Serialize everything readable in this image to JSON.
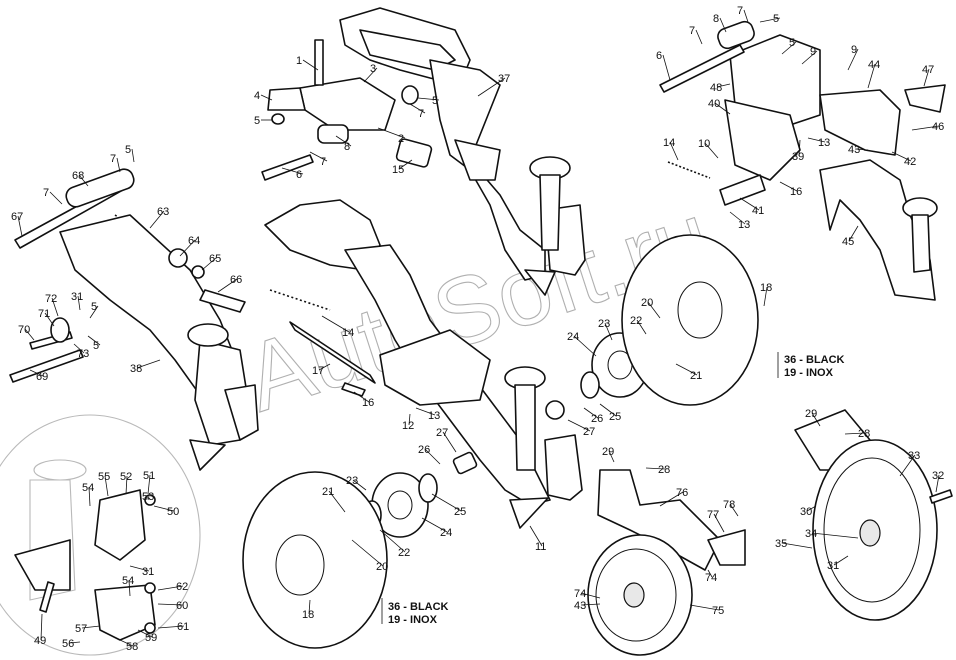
{
  "watermark": "AutoSoft.ru",
  "callouts": [
    "1",
    "2",
    "3",
    "4",
    "5",
    "6",
    "7",
    "8",
    "9",
    "10",
    "11",
    "12",
    "13",
    "14",
    "15",
    "16",
    "17",
    "18",
    "19",
    "20",
    "21",
    "22",
    "23",
    "24",
    "25",
    "26",
    "27",
    "28",
    "29",
    "30",
    "31",
    "32",
    "33",
    "34",
    "35",
    "36",
    "37",
    "38",
    "39",
    "40",
    "41",
    "42",
    "43",
    "44",
    "45",
    "46",
    "47",
    "48",
    "49",
    "50",
    "51",
    "52",
    "53",
    "54",
    "55",
    "56",
    "57",
    "58",
    "59",
    "60",
    "61",
    "62",
    "63",
    "64",
    "65",
    "66",
    "67",
    "68",
    "69",
    "70",
    "71",
    "72",
    "73",
    "74",
    "75",
    "76",
    "77",
    "78"
  ],
  "disc_legends": [
    {
      "black": "36 - BLACK",
      "inox": "19 - INOX"
    },
    {
      "black": "36 - BLACK",
      "inox": "19 - INOX"
    }
  ]
}
